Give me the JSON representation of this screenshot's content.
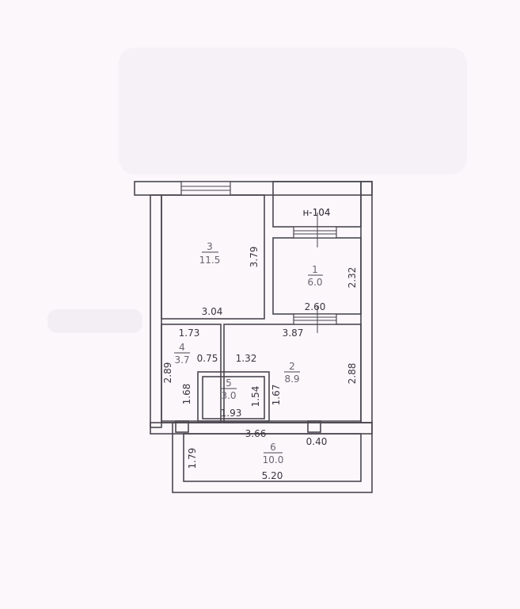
{
  "rooms": [
    {
      "number": "3",
      "area": "11.5"
    },
    {
      "number": "1",
      "area": "6.0"
    },
    {
      "number": "4",
      "area": "3.7"
    },
    {
      "number": "2",
      "area": "8.9"
    },
    {
      "number": "5",
      "area": "3.0"
    },
    {
      "number": "6",
      "area": "10.0"
    }
  ],
  "dimensions": {
    "room3_height": "3.79",
    "room3_width": "3.04",
    "room1_height": "2.32",
    "room1_width": "2.60",
    "room2_top": "3.87",
    "room2_height": "2.88",
    "room2_left": "1.67",
    "room2_inner": "1.32",
    "room4_top": "1.73",
    "room4_height": "2.89",
    "room4_right": "0.75",
    "room4_inner": "1.68",
    "room5_height": "1.54",
    "room5_width": "1.93",
    "room6_top": "3.66",
    "room6_post": "0.40",
    "room6_height": "1.79",
    "room6_width": "5.20"
  },
  "label_h": "н-104"
}
